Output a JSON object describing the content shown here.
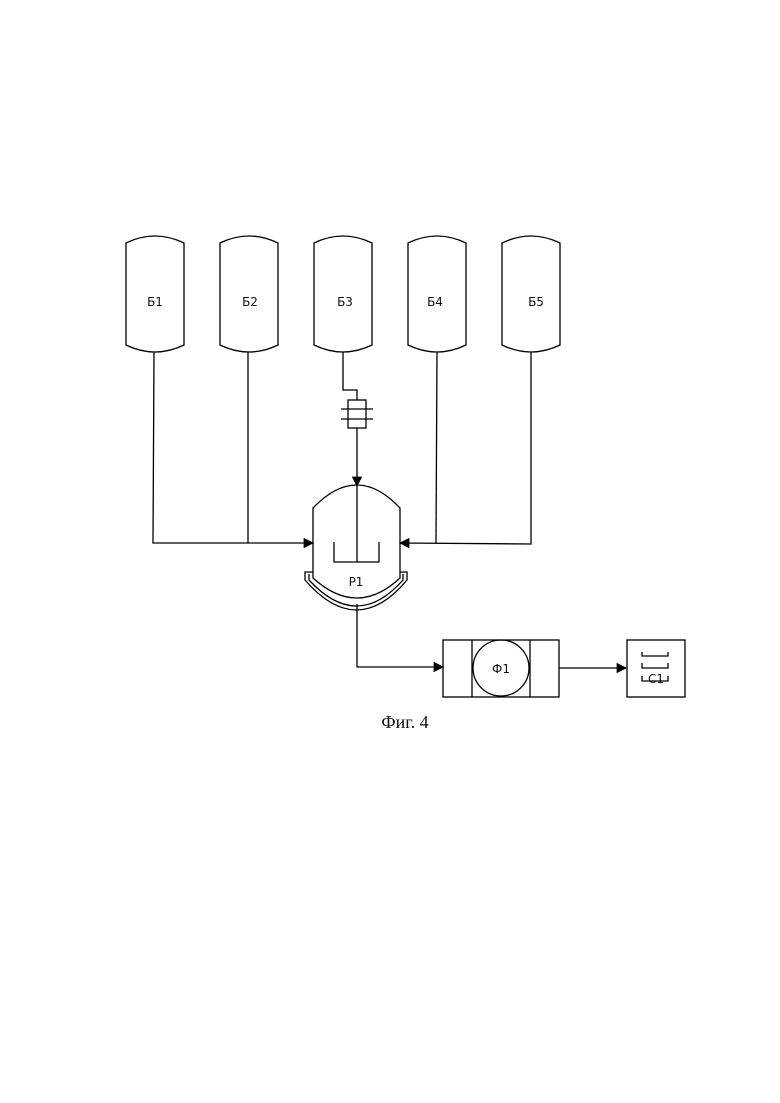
{
  "diagram": {
    "tanks": [
      {
        "id": "B1",
        "label": "Б1"
      },
      {
        "id": "B2",
        "label": "Б2"
      },
      {
        "id": "B3",
        "label": "Б3"
      },
      {
        "id": "B4",
        "label": "Б4"
      },
      {
        "id": "B5",
        "label": "Б5"
      }
    ],
    "reactor": {
      "label": "Р1"
    },
    "filter": {
      "label": "Ф1"
    },
    "dryer": {
      "label": "С1"
    },
    "caption": "Фиг. 4"
  }
}
